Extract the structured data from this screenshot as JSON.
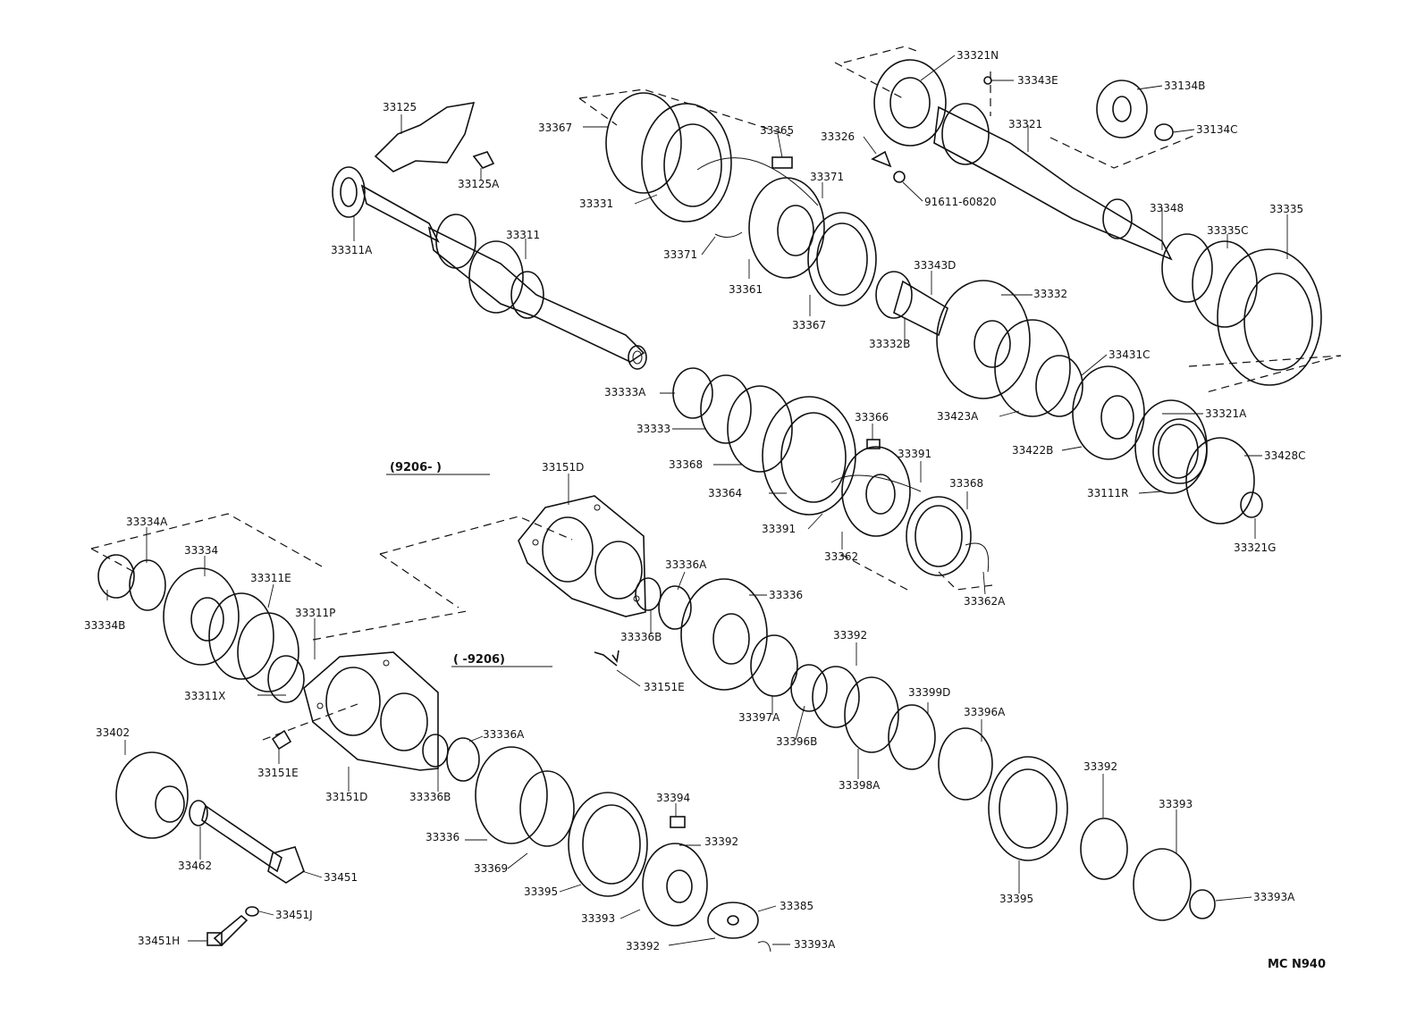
{
  "diagram": {
    "code": "MC N940",
    "variants": {
      "from_9206": "(9206-        )",
      "to_9206": "(        -9206)"
    },
    "part_labels": {
      "p33321N": "33321N",
      "p33343E": "33343E",
      "p33134B": "33134B",
      "p33134C": "33134C",
      "p33321": "33321",
      "p33326": "33326",
      "p91611": "91611-60820",
      "p33125": "33125",
      "p33125A": "33125A",
      "p33367a": "33367",
      "p33365": "33365",
      "p33371a": "33371",
      "p33331": "33331",
      "p33371b": "33371",
      "p33311A": "33311A",
      "p33311": "33311",
      "p33361": "33361",
      "p33367b": "33367",
      "p33348": "33348",
      "p33335C": "33335C",
      "p33335": "33335",
      "p33343D": "33343D",
      "p33332": "33332",
      "p33332B": "33332B",
      "p33431C": "33431C",
      "p33333A": "33333A",
      "p33333": "33333",
      "p33423A": "33423A",
      "p33321A": "33321A",
      "p33366": "33366",
      "p33422B": "33422B",
      "p33428C": "33428C",
      "p33368a": "33368",
      "p33391a": "33391",
      "p33364": "33364",
      "p33368b": "33368",
      "p33111R": "33111R",
      "p33391b": "33391",
      "p33362": "33362",
      "p33321G": "33321G",
      "p33362A": "33362A",
      "p33151Da": "33151D",
      "p33334A": "33334A",
      "p33334": "33334",
      "p33311E": "33311E",
      "p33336Aa": "33336A",
      "p33336a": "33336",
      "p33311P": "33311P",
      "p33334B": "33334B",
      "p33336Ba": "33336B",
      "p33392a": "33392",
      "p33151Ea": "33151E",
      "p33311X": "33311X",
      "p33397A": "33397A",
      "p33399D": "33399D",
      "p33396A": "33396A",
      "p33396B": "33396B",
      "p33402": "33402",
      "p33336Ab": "33336A",
      "p33151Eb": "33151E",
      "p33151Db": "33151D",
      "p33336Bb": "33336B",
      "p33398A": "33398A",
      "p33392b": "33392",
      "p33393a": "33393",
      "p33394": "33394",
      "p33336b": "33336",
      "p33392c": "33392",
      "p33462": "33462",
      "p33369": "33369",
      "p33451": "33451",
      "p33395a": "33395",
      "p33395b": "33395",
      "p33393A": "33393A",
      "p33385": "33385",
      "p33451J": "33451J",
      "p33393b": "33393",
      "p33451H": "33451H",
      "p33392d": "33392",
      "p33393Ab": "33393A"
    }
  }
}
